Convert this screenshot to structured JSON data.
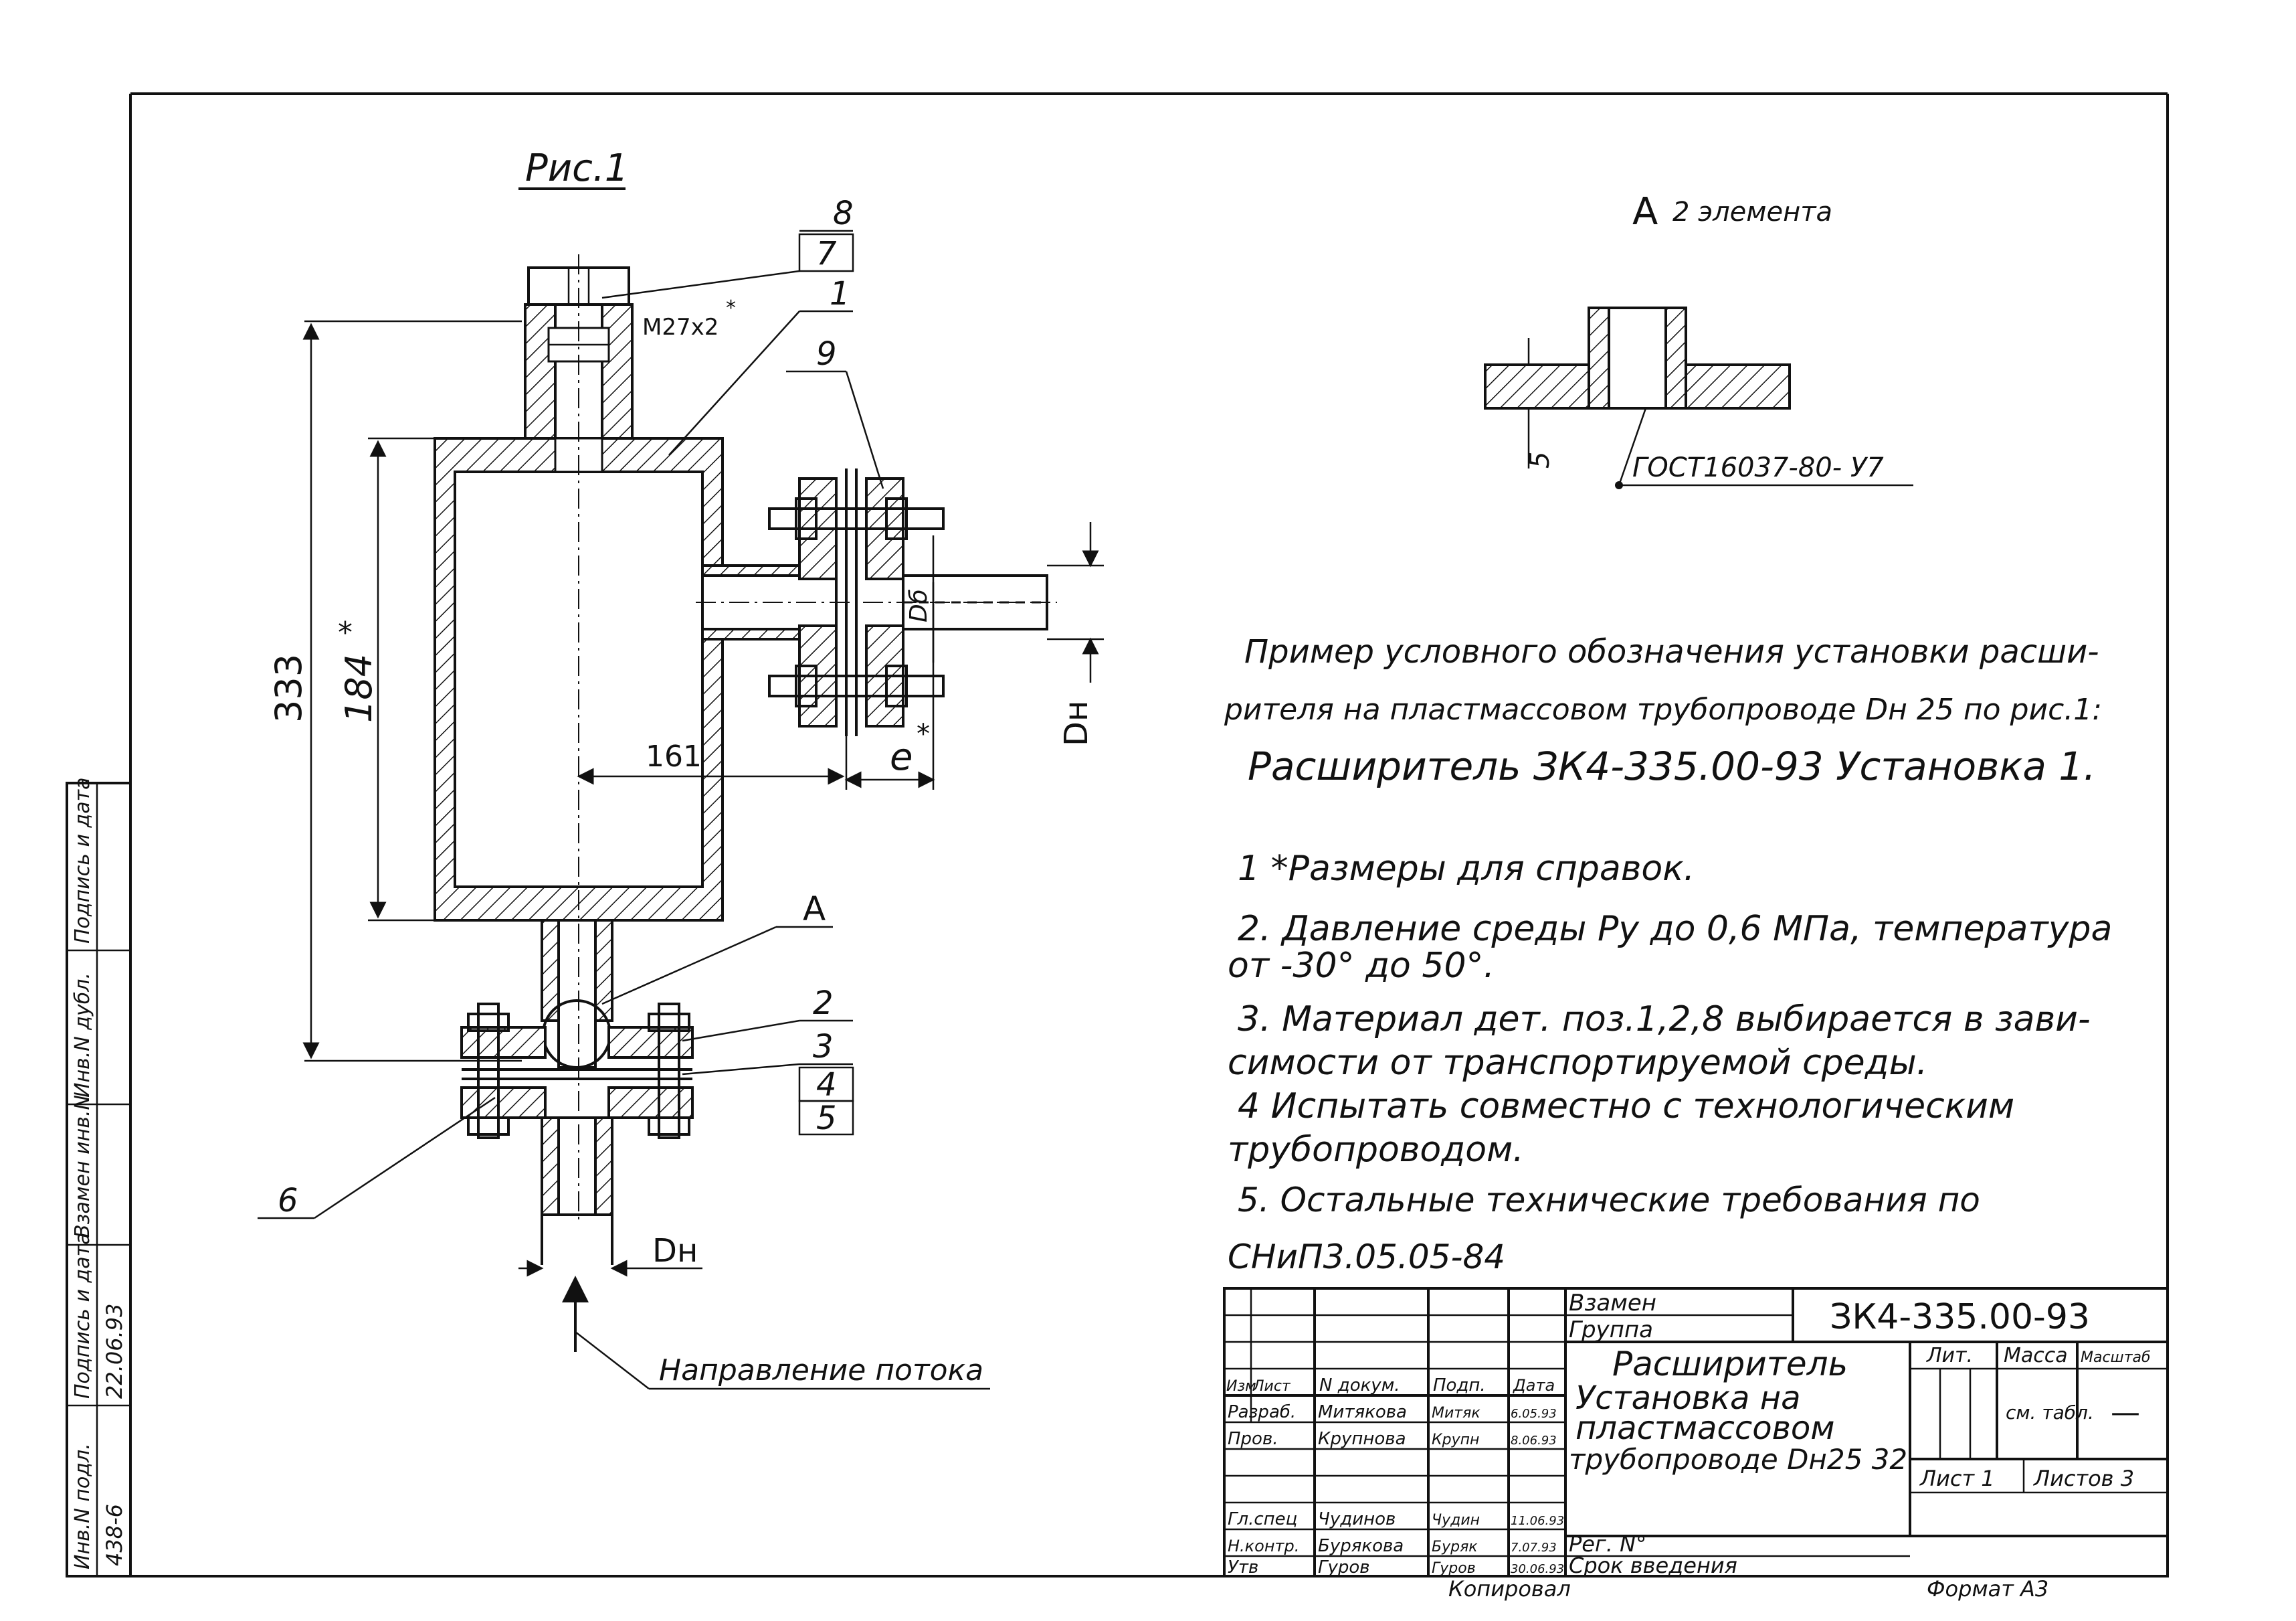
{
  "figure": {
    "label": "Рис.1"
  },
  "callouts": {
    "pos8": "8",
    "pos7": "7",
    "pos1": "1",
    "pos9": "9",
    "posA": "A",
    "pos2": "2",
    "pos3": "3",
    "pos4": "4",
    "pos5": "5",
    "pos6": "6"
  },
  "dimensions": {
    "thread": "M27x2",
    "thread_mark": "*",
    "overall_height": "333",
    "body_height": "184",
    "body_height_mark": "*",
    "branch_offset": "161",
    "flange_gap": "e",
    "flange_gap_mark": "*",
    "bore": "Dб",
    "outer_dia_branch": "Dн",
    "outer_dia_bottom": "Dн"
  },
  "flow_label": "Направление потока",
  "detail": {
    "title_letter": "A",
    "title_note": "2 элемента",
    "weld_size": "5",
    "weld_standard": "ГОСТ16037-80- У7"
  },
  "designation_example": {
    "line1": "Пример условного обозначения установки расши-",
    "line2": "рителя на пластмассовом трубопроводе Dн 25   по рис.1:",
    "line3": "Расширитель ЗК4-335.00-93 Установка 1."
  },
  "notes": [
    "1 *Размеры для справок.",
    "2. Давление среды Ру до 0,6 МПа, температура",
    "от -30° до 50°.",
    "3. Материал дет. поз.1,2,8 выбирается в зави-",
    "симости от транспортируемой среды.",
    "4 Испытать совместно с технологическим",
    "трубопроводом.",
    "5. Остальные технические требования по",
    "СНиП3.05.05-84"
  ],
  "side_stamp": {
    "labels": [
      "Инв.N подл.",
      "Подпись и дата",
      "Взамен инв.N",
      "Инв.N дубл.",
      "Подпись и дата"
    ],
    "inv_value": "438-6",
    "date_value": "22.06.93"
  },
  "title_block": {
    "replaces_label": "Взамен",
    "group_label": "Группа",
    "code": "ЗК4-335.00-93",
    "name_lines": [
      "Расширитель",
      "Установка на",
      "пластмассовом",
      "трубопроводе Dн25 32"
    ],
    "header": [
      "Изм",
      "Лист",
      "N докум.",
      "Подп.",
      "Дата"
    ],
    "rows": [
      [
        "Разраб.",
        "Митякова",
        "Митяк",
        "6.05.93"
      ],
      [
        "Пров.",
        "Крупнова",
        "Крупн",
        "8.06.93"
      ],
      [
        "",
        "",
        "",
        ""
      ],
      [
        "Гл.спец",
        "Чудинов",
        "Чудин",
        "11.06.93"
      ],
      [
        "Н.контр.",
        "Бурякова",
        "Буряк",
        "7.07.93"
      ],
      [
        "Утв",
        "Гуров",
        "Гуров",
        "30.06.93"
      ]
    ],
    "lit_label": "Лит.",
    "mass_label": "Масса",
    "scale_label": "Масштаб",
    "mass_value": "см. табл.",
    "scale_value": "—",
    "sheet_label": "Лист 1",
    "sheets_label": "Листов 3",
    "reg_label": "Рег. N°",
    "intro_label": "Срок введения",
    "copied_label": "Копировал",
    "format_label": "Формат А3"
  }
}
